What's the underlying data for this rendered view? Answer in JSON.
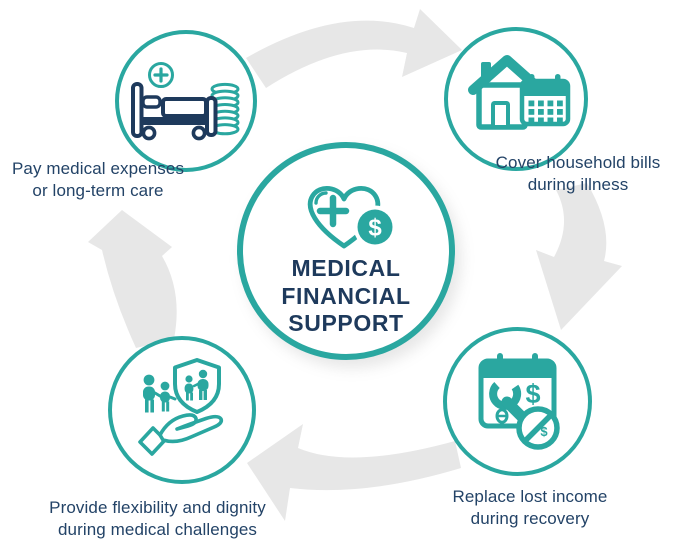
{
  "title_block": "MEDICAL FINANCIAL SUPPORT circular infographic",
  "colors": {
    "teal": "#2aa7a0",
    "navy_title": "#1e3a5c",
    "navy_label": "#234367",
    "arrow_gray": "#e7e7e7",
    "background": "#ffffff"
  },
  "center": {
    "title": "MEDICAL\nFINANCIAL\nSUPPORT",
    "icon": "heart-plus-dollar-icon"
  },
  "nodes": [
    {
      "id": "top-left",
      "icon": "hospital-bed-coins-icon",
      "label": "Pay medical expenses\nor long-term care"
    },
    {
      "id": "top-right",
      "icon": "house-calendar-icon",
      "label": "Cover household bills\nduring illness"
    },
    {
      "id": "bottom-right",
      "icon": "calendar-wrench-no-income-icon",
      "label": "Replace lost income\nduring recovery"
    },
    {
      "id": "bottom-left",
      "icon": "hand-family-shield-icon",
      "label": "Provide flexibility and dignity\nduring medical challenges"
    }
  ],
  "arrows": [
    {
      "id": "arrow-top",
      "direction": "top-left node to top-right node"
    },
    {
      "id": "arrow-right",
      "direction": "top-right node to bottom-right node"
    },
    {
      "id": "arrow-bottom",
      "direction": "bottom-right node to bottom-left node"
    },
    {
      "id": "arrow-left",
      "direction": "bottom-left node to top-left node"
    }
  ]
}
